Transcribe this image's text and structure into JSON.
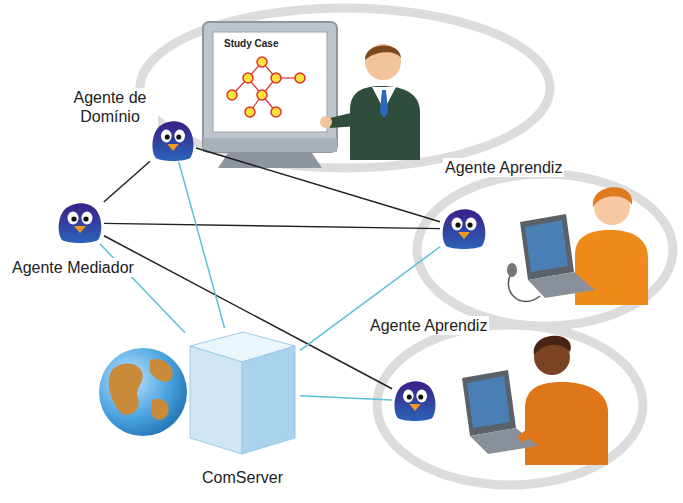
{
  "diagram": {
    "nodes": [
      {
        "text": [
          "Agente de Domínio"
        ]
      },
      {
        "text": [
          "Agente Mediador"
        ]
      },
      {
        "text": [
          "Agente Aprendiz"
        ]
      },
      {
        "text": [
          "Agente Aprendiz"
        ]
      },
      {
        "text": [
          "ComServer"
        ]
      }
    ],
    "edges": [
      {
        "from": 0,
        "to": 1,
        "arrow": "none"
      },
      {
        "from": 0,
        "to": 2,
        "arrow": "none"
      },
      {
        "from": 1,
        "to": 2,
        "arrow": "none"
      },
      {
        "from": 1,
        "to": 3,
        "arrow": "none"
      },
      {
        "from": 0,
        "to": 4,
        "arrow": "none"
      },
      {
        "from": 1,
        "to": 4,
        "arrow": "none"
      },
      {
        "from": 2,
        "to": 4,
        "arrow": "none"
      },
      {
        "from": 3,
        "to": 4,
        "arrow": "none"
      }
    ],
    "labels": [
      "Study Case"
    ]
  }
}
